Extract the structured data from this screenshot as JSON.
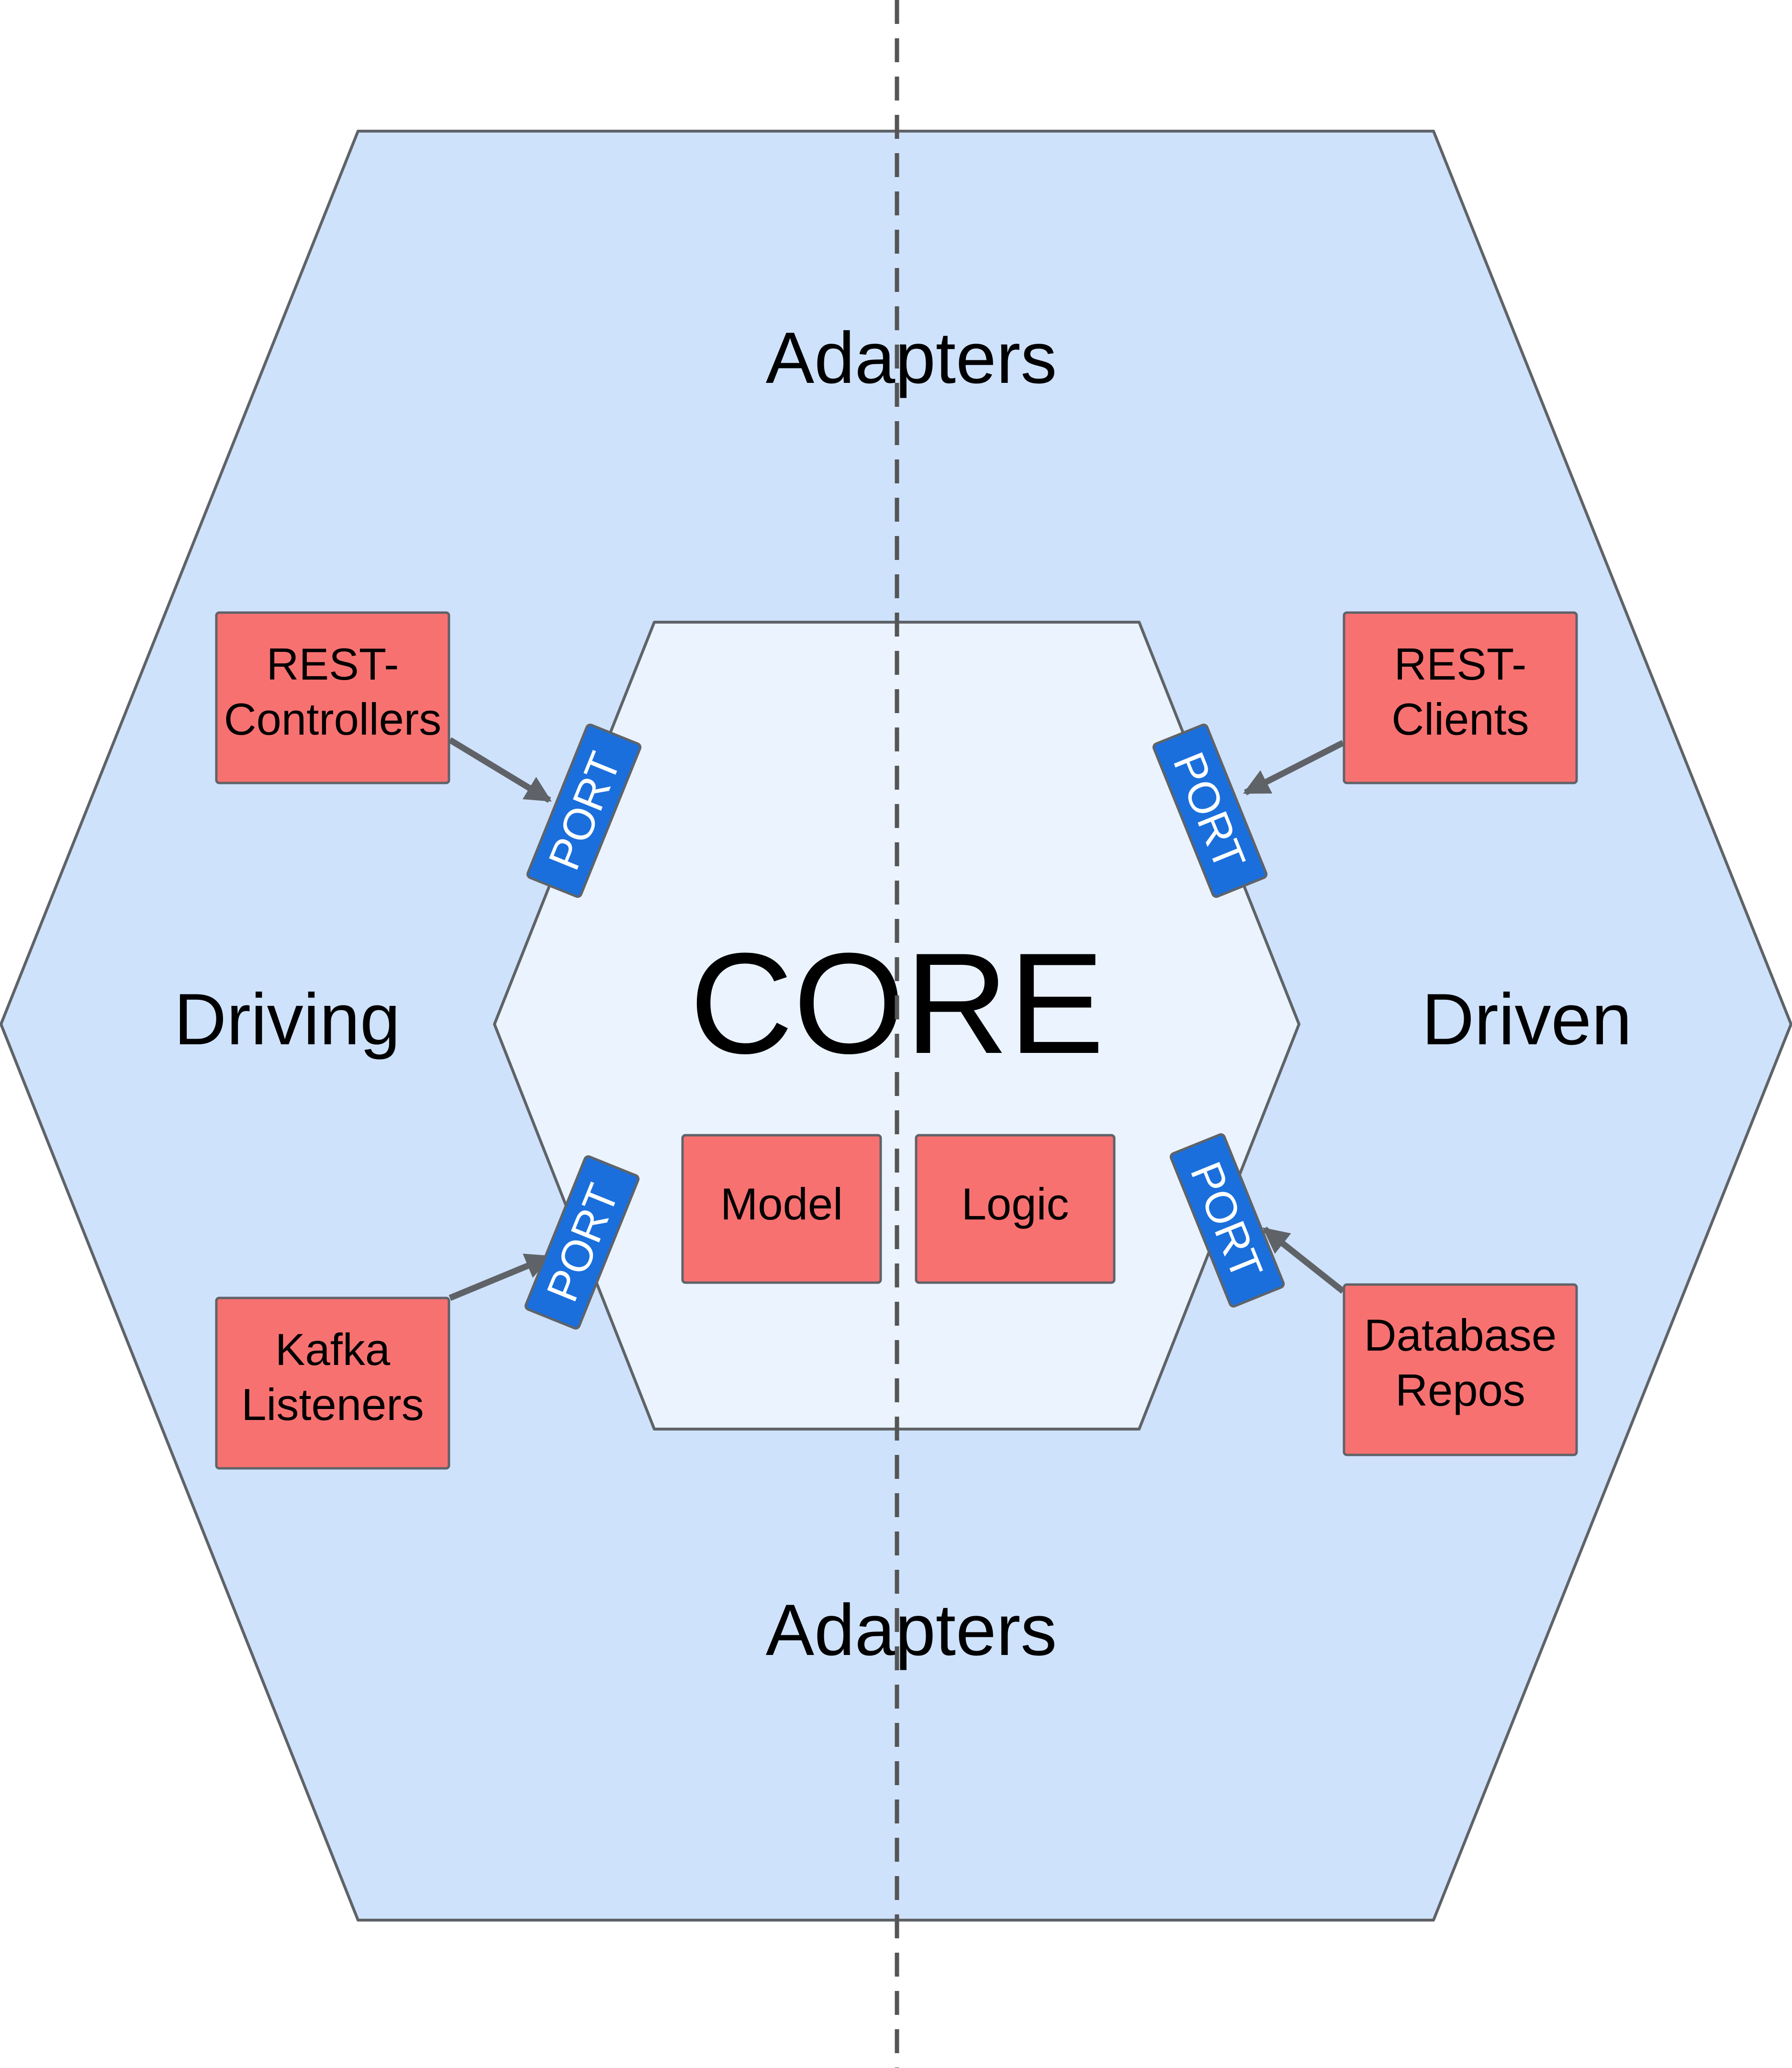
{
  "colors": {
    "outer_fill": "#cfe2fb",
    "inner_fill": "#ebf3fe",
    "outline": "#5f6368",
    "box_fill": "#f87171",
    "port_fill": "#1a6fdc",
    "arrow": "#5f6368",
    "divider": "#555555"
  },
  "labels": {
    "adapters_top": "Adapters",
    "adapters_bottom": "Adapters",
    "driving": "Driving",
    "driven": "Driven",
    "core": "CORE"
  },
  "adapters": {
    "rest_controllers": [
      "REST-",
      "Controllers"
    ],
    "kafka_listeners": [
      "Kafka",
      "Listeners"
    ],
    "rest_clients": [
      "REST-",
      "Clients"
    ],
    "database_repos": [
      "Database",
      "Repos"
    ]
  },
  "core_components": {
    "model": "Model",
    "logic": "Logic"
  },
  "port_label": "PORT"
}
